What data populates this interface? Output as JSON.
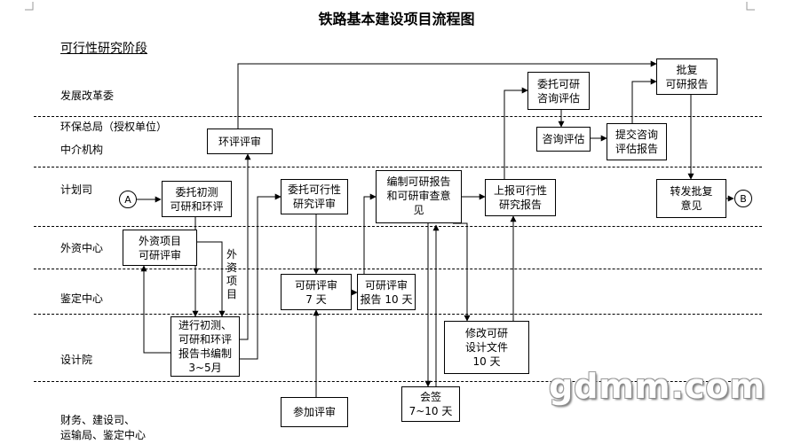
{
  "title": "铁路基本建设项目流程图",
  "stage": "可行性研究阶段",
  "lanes": [
    "发展改革委",
    "环保总局（授权单位）",
    "中介机构",
    "计划司",
    "外资中心",
    "鉴定中心",
    "设计院",
    "财务、建设司、",
    "运输局、鉴定中心"
  ],
  "boxes": {
    "entrust_prelim": "委托初测\n可研和环评",
    "foreign_review": "外资项目\n可研评审",
    "prelim_survey": "进行初测、\n可研和环评\n报告书编制\n3~5月",
    "eia_review": "环评评审",
    "entrust_feas": "委托可行性\n研究评审",
    "feas_review": "可研评审\n7 天",
    "join_review": "参加评审",
    "feas_report": "可研评审\n报告 10 天",
    "compile_opinion": "编制可研报告\n和可研审查意\n见",
    "countersign": "会签\n7~10 天",
    "modify_design": "修改可研\n设计文件\n10 天",
    "submit_feas": "上报可行性\n研究报告",
    "entrust_consult": "委托可研\n咨询评估",
    "consult_eval": "咨询评估",
    "submit_consult": "提交咨询\n评估报告",
    "approve": "批复\n可研报告",
    "forward_opinion": "转发批复\n意见"
  },
  "connector_start": "A",
  "connector_end": "B",
  "vertical_note": "外资项目",
  "watermark": "gdmm.com"
}
